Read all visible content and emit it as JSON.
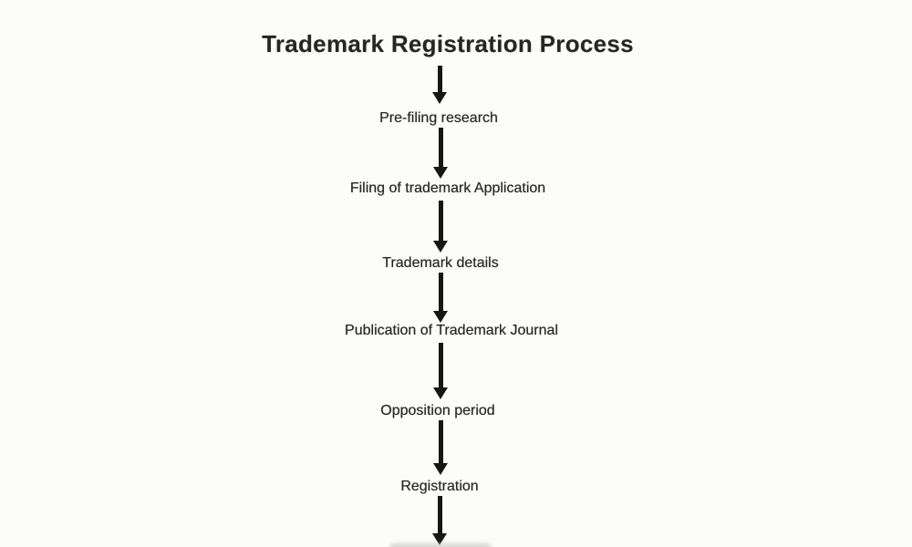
{
  "diagram": {
    "title": "Trademark Registration Process",
    "steps": [
      {
        "label": "Pre-filing research"
      },
      {
        "label": "Filing of trademark Application"
      },
      {
        "label": "Trademark details"
      },
      {
        "label": "Publication of Trademark Journal"
      },
      {
        "label": "Opposition period"
      },
      {
        "label": "Registration"
      }
    ],
    "connector": "down-arrow",
    "colors": {
      "background": "#fcfcfb",
      "text": "#262626",
      "arrow": "#161616"
    }
  }
}
